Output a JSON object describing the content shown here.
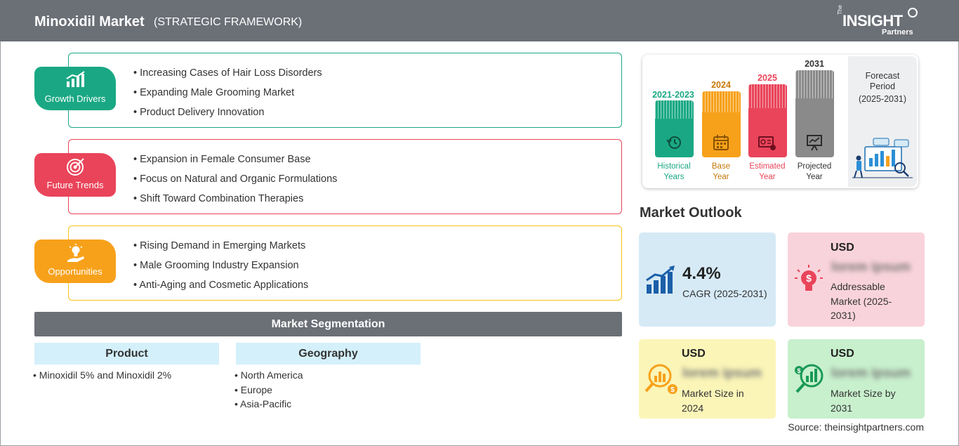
{
  "header": {
    "title": "Minoxidil Market",
    "subtitle": "(STRATEGIC FRAMEWORK)",
    "logo": {
      "the": "The",
      "brand": "INSIGHT",
      "partners": "Partners"
    }
  },
  "framework": [
    {
      "label": "Growth Drivers",
      "color": "#1aa884",
      "icon": "growth-chart-icon",
      "items": [
        "Increasing Cases of Hair Loss Disorders",
        "Expanding Male Grooming Market",
        "Product Delivery Innovation"
      ]
    },
    {
      "label": "Future Trends",
      "color": "#e9445a",
      "icon": "target-icon",
      "items": [
        "Expansion in Female Consumer Base",
        "Focus on Natural and Organic Formulations",
        "Shift Toward Combination Therapies"
      ]
    },
    {
      "label": "Opportunities",
      "color": "#f7a11a",
      "icon": "lightbulb-hand-icon",
      "items": [
        "Rising Demand in Emerging Markets",
        "Male Grooming Industry Expansion",
        "Anti-Aging and Cosmetic Applications"
      ]
    }
  ],
  "segmentation": {
    "title": "Market Segmentation",
    "columns": [
      {
        "name": "Product",
        "items": [
          "Minoxidil 5% and Minoxidil 2%"
        ]
      },
      {
        "name": "Geography",
        "items": [
          "North America",
          "Europe",
          "Asia-Pacific"
        ]
      }
    ]
  },
  "timeline": {
    "bars": [
      {
        "year": "2021-2023",
        "caption1": "Historical",
        "caption2": "Years",
        "color": "#1aa884",
        "icon": "history-icon"
      },
      {
        "year": "2024",
        "caption1": "Base",
        "caption2": "Year",
        "color": "#f7a11a",
        "icon": "calendar-icon"
      },
      {
        "year": "2025",
        "caption1": "Estimated",
        "caption2": "Year",
        "color": "#e9445a",
        "icon": "estimate-icon"
      },
      {
        "year": "2031",
        "caption1": "Projected",
        "caption2": "Year",
        "color": "#8a8a8a",
        "icon": "presentation-icon"
      }
    ],
    "forecast": {
      "line1": "Forecast",
      "line2": "Period",
      "line3": "(2025-2031)"
    }
  },
  "outlook": {
    "title": "Market Outlook",
    "cagr": {
      "value": "4.4%",
      "label": "CAGR (2025-2031)",
      "color": "#d6eaf6",
      "icon": "growth-bars-icon"
    },
    "addressable": {
      "currency": "USD",
      "value": "lorem ipsum",
      "line1": "Addressable",
      "line2": "Market (2025-",
      "line3": "2031)",
      "color": "#f9d3db",
      "icon": "bulb-dollar-icon"
    },
    "size2024": {
      "currency": "USD",
      "value": "lorem ipsum",
      "line1": "Market Size in",
      "line2": "2024",
      "color": "#fbf5b8",
      "icon": "magnifier-chart-icon"
    },
    "size2031": {
      "currency": "USD",
      "value": "lorem ipsum",
      "line1": "Market Size by",
      "line2": "2031",
      "color": "#c8f0cd",
      "icon": "magnifier-growth-icon"
    }
  },
  "source": "Source: theinsightpartners.com"
}
